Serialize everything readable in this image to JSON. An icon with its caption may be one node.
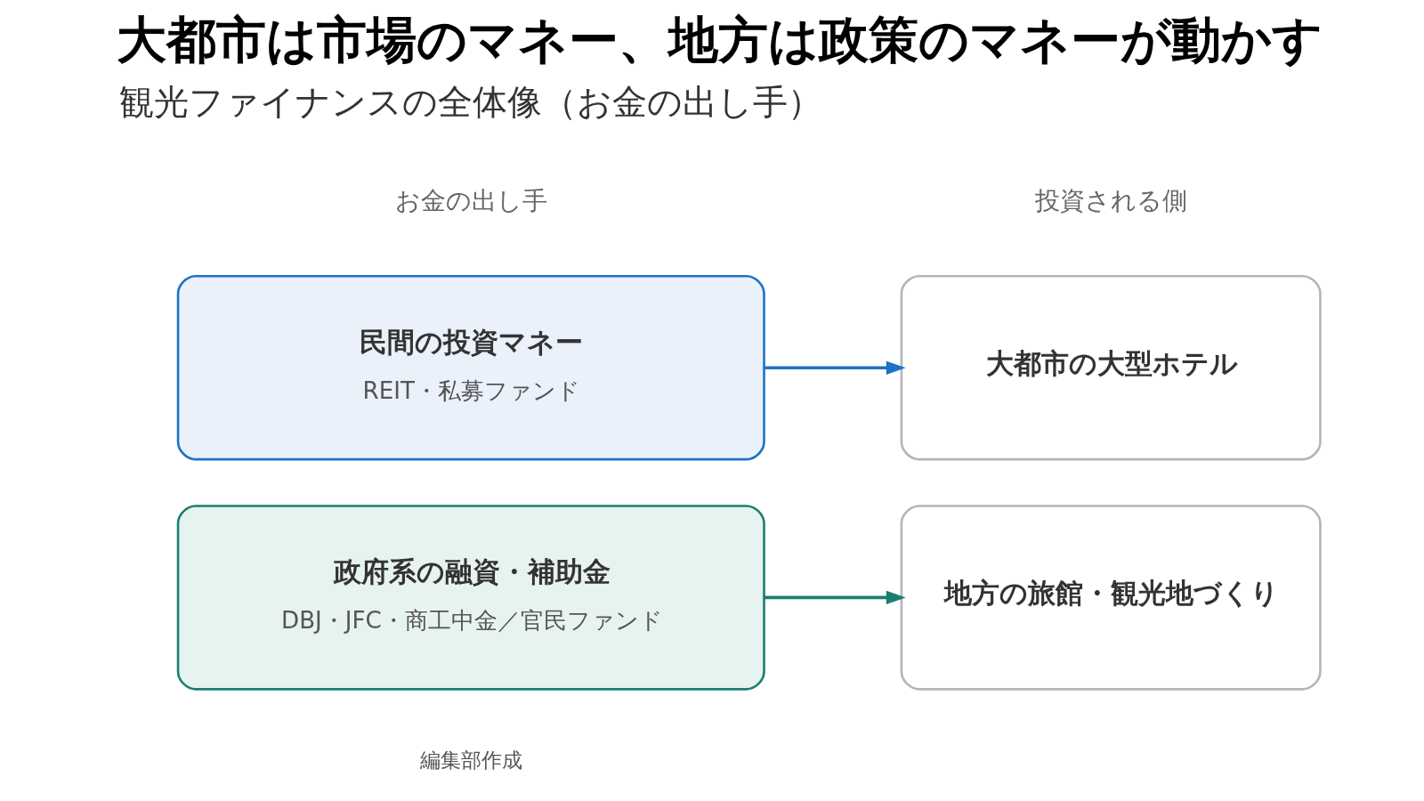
{
  "diagram": {
    "title": "大都市は市場のマネー、地方は政策のマネーが動かす",
    "nodes": [
      {
        "text": [
          "民間の投資マネー",
          "REIT・私募ファンド"
        ]
      },
      {
        "text": [
          "大都市の大型ホテル"
        ]
      },
      {
        "text": [
          "政府系の融資・補助金",
          "DBJ・JFC・商工中金／官民ファンド"
        ]
      },
      {
        "text": [
          "地方の旅館・観光地づくり"
        ]
      }
    ],
    "edges": [
      {
        "from": 0,
        "to": 1,
        "arrow": "to",
        "color": "#1f72c4"
      },
      {
        "from": 2,
        "to": 3,
        "arrow": "to",
        "color": "#1a7f70"
      }
    ],
    "labels": [
      "観光ファイナンスの全体像（お金の出し手）",
      "お金の出し手",
      "投資される側",
      "編集部作成"
    ]
  }
}
